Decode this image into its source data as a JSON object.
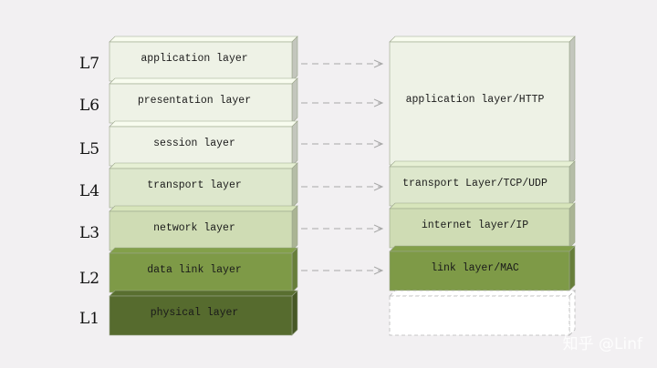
{
  "osi_layers": [
    {
      "level": "L7",
      "label": "application layer",
      "fill": "#eef2e6"
    },
    {
      "level": "L6",
      "label": "presentation layer",
      "fill": "#eef2e6"
    },
    {
      "level": "L5",
      "label": "session layer",
      "fill": "#eef2e6"
    },
    {
      "level": "L4",
      "label": "transport layer",
      "fill": "#dde7cc"
    },
    {
      "level": "L3",
      "label": "network layer",
      "fill": "#cfdcb4"
    },
    {
      "level": "L2",
      "label": "data link layer",
      "fill": "#7e9a47"
    },
    {
      "level": "L1",
      "label": "physical layer",
      "fill": "#566b2e"
    }
  ],
  "tcpip_layers": [
    {
      "label": "application layer/HTTP",
      "fill": "#eef2e6"
    },
    {
      "label": "transport Layer/TCP/UDP",
      "fill": "#dde7cc"
    },
    {
      "label": "internet layer/IP",
      "fill": "#cfdcb4"
    },
    {
      "label": "link layer/MAC",
      "fill": "#7e9a47"
    }
  ],
  "watermark": "知乎 @Linf"
}
